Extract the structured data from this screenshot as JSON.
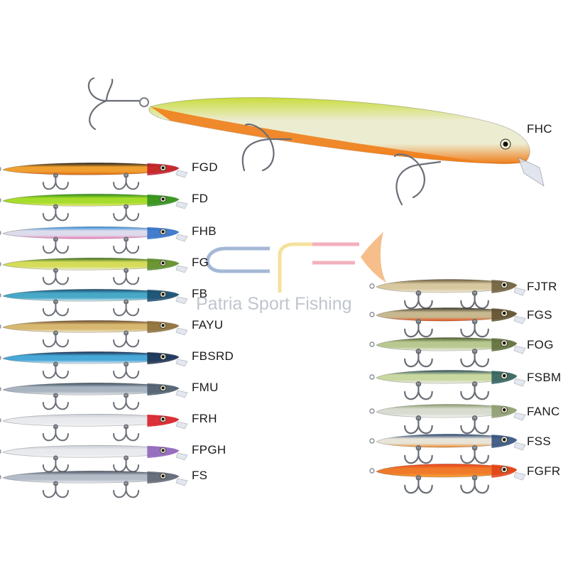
{
  "watermark": {
    "text": "Patria Sport Fishing",
    "colors": {
      "blue": "#5b7fb5",
      "yellow": "#f0c94a",
      "pink": "#e8708a",
      "orange": "#ef8a2c"
    }
  },
  "featured": {
    "code": "FHC",
    "back": "#c9dc3c",
    "side": "#ececd0",
    "belly": "#f07e1a",
    "head": "#d0d838"
  },
  "left_lures": [
    {
      "code": "FGD",
      "back": "#1a1a1a",
      "side": "#f0a030",
      "belly": "#e06a18",
      "head": "#c0182a"
    },
    {
      "code": "FD",
      "back": "#2a8a1a",
      "side": "#a6dc2c",
      "belly": "#e8ec80",
      "head": "#2c8c1c"
    },
    {
      "code": "FHB",
      "back": "#2a88d8",
      "side": "#dcdcec",
      "belly": "#f07ab8",
      "head": "#2a6cc8"
    },
    {
      "code": "FG",
      "back": "#3a6c1c",
      "side": "#d4dc5a",
      "belly": "#f0f0d8",
      "head": "#5a8a2c"
    },
    {
      "code": "FB",
      "back": "#1a4a6c",
      "side": "#48a8c8",
      "belly": "#e0eef0",
      "head": "#1a4a6c"
    },
    {
      "code": "FAYU",
      "back": "#6a4a2a",
      "side": "#d8b870",
      "belly": "#f0e8d0",
      "head": "#8a6c3a"
    },
    {
      "code": "FBSRD",
      "back": "#1a2a4a",
      "side": "#48a8d8",
      "belly": "#e8eef4",
      "head": "#1a2a4a"
    },
    {
      "code": "FMU",
      "back": "#3a4a5a",
      "side": "#a8b4c0",
      "belly": "#e8eaec",
      "head": "#4a5a6a"
    },
    {
      "code": "FRH",
      "back": "#c8ccd4",
      "side": "#e8eaee",
      "belly": "#f4f4f6",
      "head": "#d8101a"
    },
    {
      "code": "FPGH",
      "back": "#c8ccd4",
      "side": "#e8eaee",
      "belly": "#f4f4f6",
      "head": "#8a5ab8"
    },
    {
      "code": "FS",
      "back": "#4a5060",
      "side": "#b4bcc8",
      "belly": "#eceef2",
      "head": "#5a6270"
    }
  ],
  "right_lures": [
    {
      "code": "FJTR",
      "back": "#6a5a3a",
      "side": "#d8c8a0",
      "belly": "#f0ead8",
      "head": "#6a5a3a"
    },
    {
      "code": "FGS",
      "back": "#3a3a2a",
      "side": "#c8b890",
      "belly": "#e8501a",
      "head": "#5a4a2a"
    },
    {
      "code": "FOG",
      "back": "#4a5a2a",
      "side": "#b8c890",
      "belly": "#f0f0e8",
      "head": "#5a6a3a"
    },
    {
      "code": "FSBM",
      "back": "#2a4a5a",
      "side": "#c8d8a0",
      "belly": "#eef0e8",
      "head": "#2a5a5a"
    },
    {
      "code": "FANC",
      "back": "#8a9a6a",
      "side": "#d8dcd0",
      "belly": "#f4f4f0",
      "head": "#8a9a6a"
    },
    {
      "code": "FSS",
      "back": "#1a3a6a",
      "side": "#e8e4d8",
      "belly": "#f08a2a",
      "head": "#2a4a7a"
    },
    {
      "code": "FGFR",
      "back": "#e8401a",
      "side": "#f07a2a",
      "belly": "#f8a83a",
      "head": "#e04018"
    }
  ]
}
